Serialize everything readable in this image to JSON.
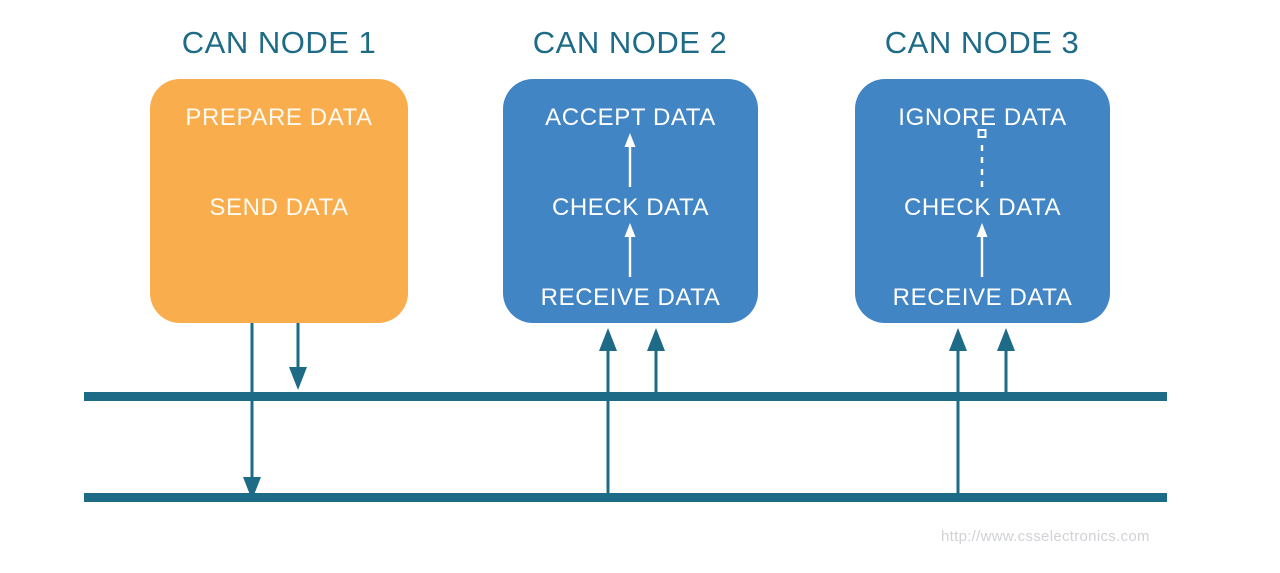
{
  "diagram": {
    "title_color": "#1d6b86",
    "bus_color": "#1d6b86",
    "orange_color": "#faad4c",
    "blue_color": "#4285c5",
    "label_color": "#ffffff",
    "url_color": "#cfd2d6"
  },
  "nodes": [
    {
      "title": "CAN NODE 1",
      "color": "#faad4c",
      "steps": [
        {
          "label": "PREPARE DATA"
        },
        {
          "label": "SEND DATA"
        }
      ],
      "internal_connectors": []
    },
    {
      "title": "CAN NODE 2",
      "color": "#4285c5",
      "steps": [
        {
          "label": "ACCEPT DATA"
        },
        {
          "label": "CHECK DATA"
        },
        {
          "label": "RECEIVE DATA"
        }
      ],
      "internal_connectors": [
        {
          "style": "solid-arrow",
          "direction": "up",
          "from": "CHECK DATA",
          "to": "ACCEPT DATA"
        },
        {
          "style": "solid-arrow",
          "direction": "up",
          "from": "RECEIVE DATA",
          "to": "CHECK DATA"
        }
      ]
    },
    {
      "title": "CAN NODE 3",
      "color": "#4285c5",
      "steps": [
        {
          "label": "IGNORE DATA"
        },
        {
          "label": "CHECK DATA"
        },
        {
          "label": "RECEIVE DATA"
        }
      ],
      "internal_connectors": [
        {
          "style": "dashed-square",
          "direction": "up",
          "from": "CHECK DATA",
          "to": "IGNORE DATA"
        },
        {
          "style": "solid-arrow",
          "direction": "up",
          "from": "RECEIVE DATA",
          "to": "CHECK DATA"
        }
      ]
    }
  ],
  "bus": {
    "lines": [
      {
        "name": "can-high-line"
      },
      {
        "name": "can-low-line"
      }
    ]
  },
  "bus_arrows": [
    {
      "node": "CAN NODE 1",
      "direction": "down",
      "target": "can-low-line",
      "length": "long"
    },
    {
      "node": "CAN NODE 1",
      "direction": "down",
      "target": "can-high-line",
      "length": "short"
    },
    {
      "node": "CAN NODE 2",
      "direction": "up",
      "target": "can-low-line",
      "length": "long"
    },
    {
      "node": "CAN NODE 2",
      "direction": "up",
      "target": "can-high-line",
      "length": "short"
    },
    {
      "node": "CAN NODE 3",
      "direction": "up",
      "target": "can-low-line",
      "length": "long"
    },
    {
      "node": "CAN NODE 3",
      "direction": "up",
      "target": "can-high-line",
      "length": "short"
    }
  ],
  "footer": {
    "url": "http://www.csselectronics.com"
  }
}
